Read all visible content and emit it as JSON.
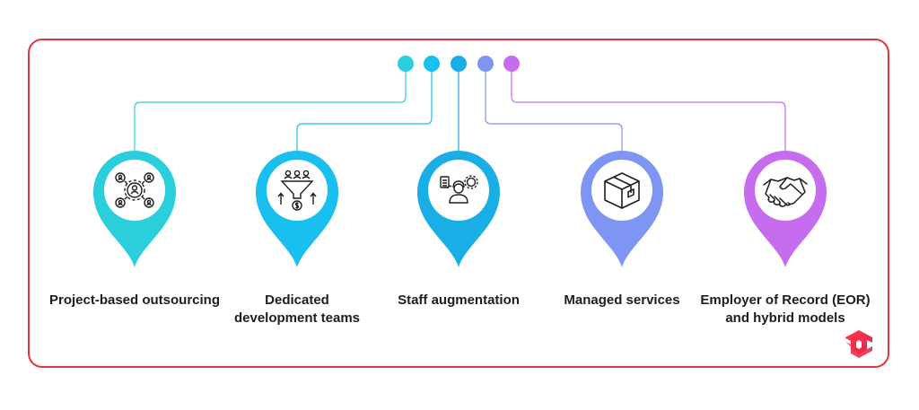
{
  "colors": {
    "frame": "#e8323f",
    "text": "#1e1e1e"
  },
  "items": [
    {
      "label": "Project-based outsourcing",
      "color": "#2bcfdc",
      "icon": "team-gear-icon"
    },
    {
      "label": "Dedicated development teams",
      "color": "#19bfee",
      "icon": "team-funnel-icon"
    },
    {
      "label": "Staff augmentation",
      "color": "#1aaee6",
      "icon": "staff-support-icon"
    },
    {
      "label": "Managed services",
      "color": "#7e95f4",
      "icon": "box-icon"
    },
    {
      "label": "Employer of Record (EOR) and hybrid models",
      "color": "#c56cef",
      "icon": "handshake-icon"
    }
  ],
  "logo": "brand-logo-icon"
}
